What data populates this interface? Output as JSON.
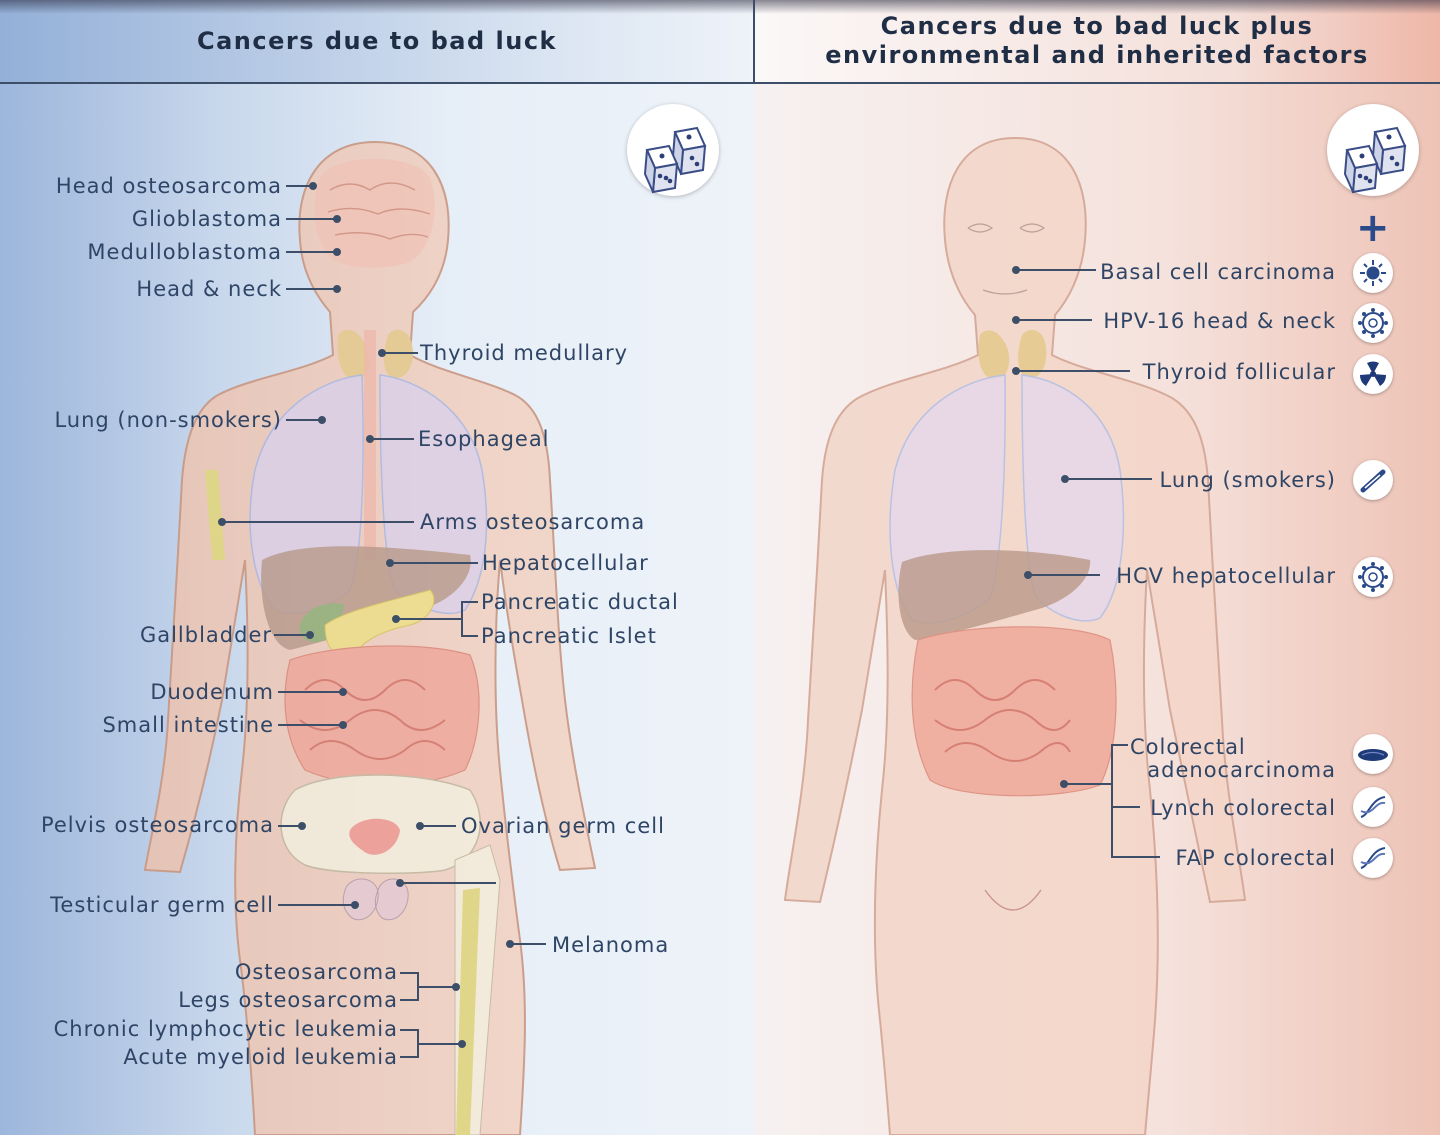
{
  "left": {
    "title": "Cancers due to bad luck",
    "labels": {
      "head_osteosarcoma": "Head osteosarcoma",
      "glioblastoma": "Glioblastoma",
      "medulloblastoma": "Medulloblastoma",
      "head_neck": "Head & neck",
      "thyroid_medullary": "Thyroid medullary",
      "lung_nonsmokers": "Lung (non-smokers)",
      "esophageal": "Esophageal",
      "arms_osteosarcoma": "Arms osteosarcoma",
      "hepatocellular": "Hepatocellular",
      "pancreatic_ductal": "Pancreatic ductal",
      "pancreatic_islet": "Pancreatic Islet",
      "gallbladder": "Gallbladder",
      "duodenum": "Duodenum",
      "small_intestine": "Small intestine",
      "pelvis_osteosarcoma": "Pelvis osteosarcoma",
      "ovarian_germ_cell": "Ovarian germ cell",
      "testicular_germ_cell": "Testicular germ cell",
      "melanoma": "Melanoma",
      "osteosarcoma": "Osteosarcoma",
      "legs_osteosarcoma": "Legs osteosarcoma",
      "cll": "Chronic lymphocytic leukemia",
      "aml": "Acute myeloid leukemia"
    }
  },
  "right": {
    "title_line1": "Cancers due to bad luck plus",
    "title_line2": "environmental and inherited factors",
    "plus": "+",
    "labels": {
      "basal_cell": "Basal cell carcinoma",
      "hpv16": "HPV-16 head & neck",
      "thyroid_follicular": "Thyroid follicular",
      "lung_smokers": "Lung (smokers)",
      "hcv": "HCV hepatocellular",
      "colorectal_line1": "Colorectal",
      "colorectal_line2": "adenocarcinoma",
      "lynch": "Lynch colorectal",
      "fap": "FAP colorectal"
    },
    "icons": [
      "sun-icon",
      "virus-icon",
      "radiation-icon",
      "cigarette-icon",
      "virus-icon",
      "colon-icon",
      "dna-icon",
      "dna-icon"
    ]
  },
  "colors": {
    "label": "#2f4566",
    "leader": "#3d4f68",
    "icon": "#2b4a8a"
  }
}
